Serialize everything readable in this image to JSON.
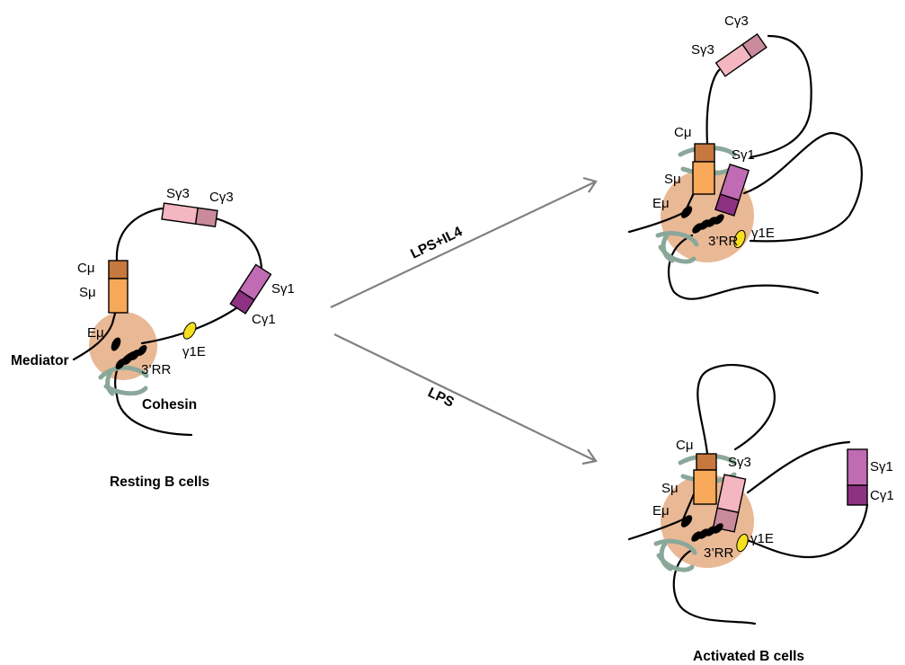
{
  "colors": {
    "nucleus": "#e9b895",
    "c_mu": "#c7783f",
    "s_mu": "#f7a859",
    "s_gamma3": "#f4b6c0",
    "c_gamma3": "#c98a9c",
    "s_gamma1": "#c06bb3",
    "c_gamma1": "#8d3182",
    "enhancer_g1e": "#f6e01e",
    "cohesin": "#8aa89a",
    "arrow": "#808080"
  },
  "labels": {
    "c_mu": "Cμ",
    "s_mu": "Sμ",
    "e_mu": "Eμ",
    "s_gamma3": "Sγ3",
    "c_gamma3": "Cγ3",
    "s_gamma1": "Sγ1",
    "c_gamma1": "Cγ1",
    "g1e": "γ1E",
    "rr3": "3’RR",
    "mediator": "Mediator",
    "cohesin": "Cohesin"
  },
  "captions": {
    "resting": "Resting B cells",
    "activated": "Activated B cells"
  },
  "arrows": {
    "upper": "LPS+IL4",
    "lower": "LPS"
  }
}
